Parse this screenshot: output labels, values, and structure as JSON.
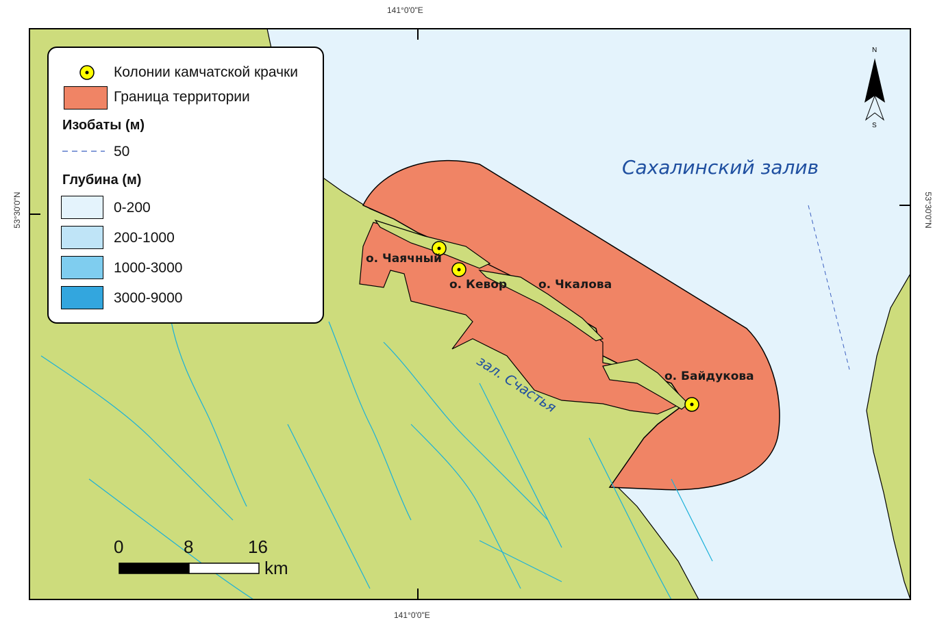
{
  "coords": {
    "top": "141°0'0\"E",
    "bottom": "141°0'0\"E",
    "left": "53°30'0\"N",
    "right": "53°30'0\"N"
  },
  "legend": {
    "colony_label": "Колонии камчатской крачки",
    "boundary_label": "Граница территории",
    "isobath_heading": "Изобаты (м)",
    "isobath_value": "50",
    "depth_heading": "Глубина (м)",
    "depth_classes": [
      {
        "label": "0-200",
        "color": "#e4f3fc"
      },
      {
        "label": "200-1000",
        "color": "#bfe4f7"
      },
      {
        "label": "1000-3000",
        "color": "#7fcdef"
      },
      {
        "label": "3000-9000",
        "color": "#33a6de"
      }
    ]
  },
  "labels": {
    "bay": "Сахалинский залив",
    "lagoon": "зал. Счастья",
    "chayachny": "о. Чаячный",
    "kevor": "о. Кевор",
    "chkalova": "о. Чкалова",
    "baydukova": "о. Байдукова"
  },
  "north_arrow": {
    "n": "N",
    "s": "S"
  },
  "scale": {
    "ticks": [
      "0",
      "8",
      "16"
    ],
    "unit": "km"
  },
  "colors": {
    "land": "#cddc7c",
    "water": "#e4f3fc",
    "territory": "#f08465",
    "river": "#1ab0d9",
    "colony": "#ffff00"
  }
}
